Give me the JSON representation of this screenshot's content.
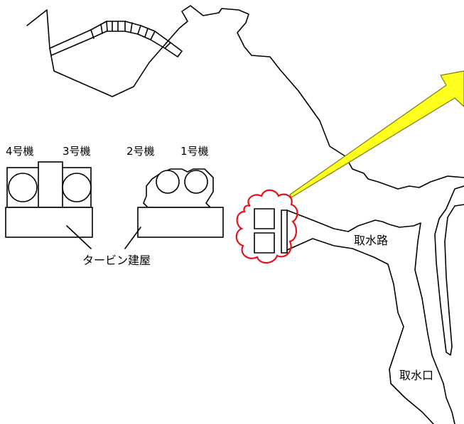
{
  "labels": {
    "unit4": "4号機",
    "unit3": "3号機",
    "unit2": "2号機",
    "unit1": "1号機",
    "turbine_building": "タービン建屋",
    "intake_channel": "取水路",
    "intake_mouth": "取水口"
  },
  "colors": {
    "highlight": "#e8101a",
    "arrow_fill": "#ffff1e",
    "arrow_stroke": "#7a7a10",
    "line": "#000000"
  }
}
